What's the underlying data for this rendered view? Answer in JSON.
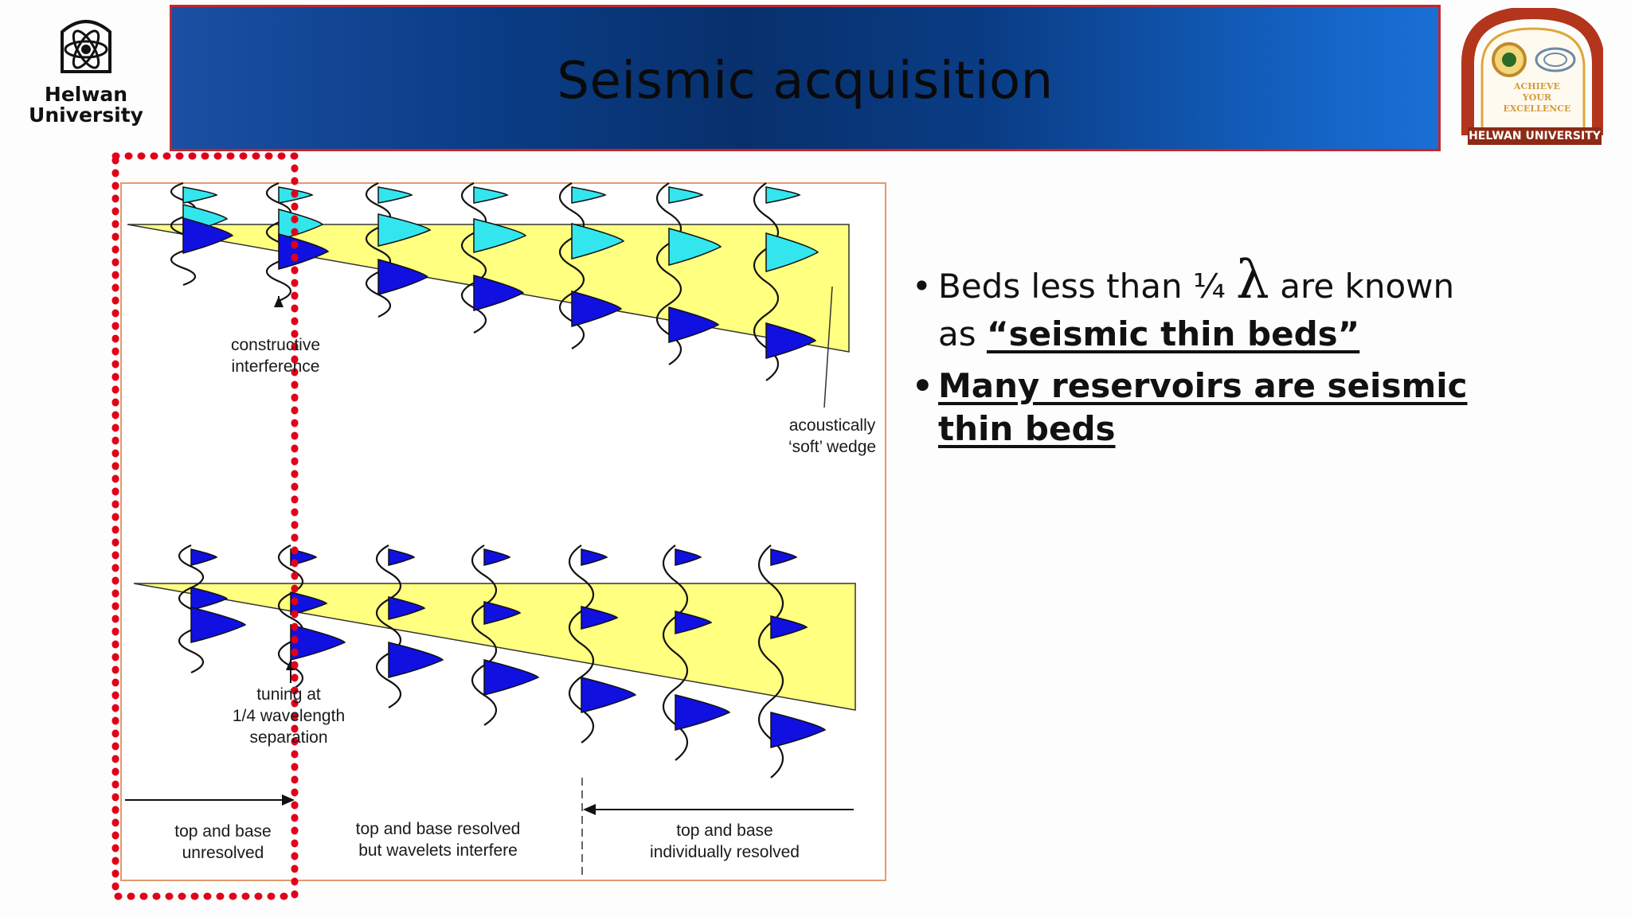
{
  "header": {
    "title": "Seismic acquisition"
  },
  "left_logo": {
    "line1": "Helwan",
    "line2": "University"
  },
  "right_logo": {
    "motto": "ACHIEVE\nYOUR\nEXCELLENCE",
    "band": "HELWAN UNIVERSITY"
  },
  "figure": {
    "label_constructive": "constructive\ninterference",
    "label_soft_wedge": "acoustically\n‘soft’ wedge",
    "label_tuning": "tuning at\n1/4 wavelength\nseparation",
    "label_unresolved": "top and base\nunresolved",
    "label_interfere": "top and base resolved\nbut wavelets interfere",
    "label_individual": "top and base\nindividually resolved",
    "colors": {
      "wedge": "#ffff80",
      "top_lobe": "#33e6ee",
      "base_lobe": "#1010e0",
      "highlight": "#e0001a",
      "frame": "#e39a6e"
    }
  },
  "bullets": {
    "b1_pre": "Beds less than ¼",
    "b1_lambda": "λ",
    "b1_post": "are known",
    "b1_as": "as",
    "b1_emph": "“seismic thin beds”",
    "b2_line1": "Many reservoirs are seismic",
    "b2_line2": "thin beds"
  }
}
